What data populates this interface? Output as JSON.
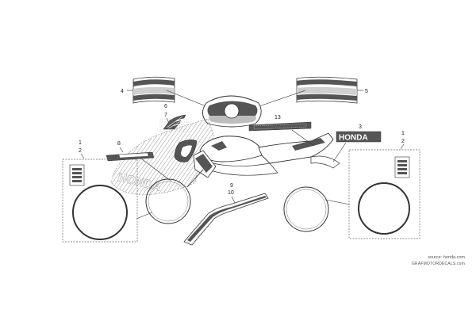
{
  "diagram": {
    "callouts": [
      "1",
      "2",
      "3",
      "4",
      "5",
      "6",
      "7",
      "8",
      "9",
      "10",
      "13"
    ],
    "decal_text": {
      "tank_wordmark": "HONDA",
      "fairing_wordmark": "HONDA"
    }
  },
  "source": {
    "line1": "source: honda.com",
    "line2": "GRAFMOTORDECALS.com"
  },
  "colors": {
    "line": "#333333",
    "fill_dark": "#555555",
    "fill_light": "#d9d9d9"
  }
}
